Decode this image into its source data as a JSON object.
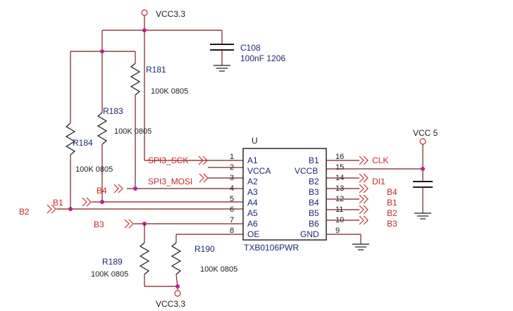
{
  "power": {
    "vcc33_top": "VCC3.3",
    "vcc33_bottom": "VCC3.3",
    "vcc5": "VCC 5"
  },
  "capacitor": {
    "ref": "C108",
    "value": "100nF 1206"
  },
  "resistors": [
    {
      "ref": "R181",
      "value": "100K 0805"
    },
    {
      "ref": "R183",
      "value": "100K 0805"
    },
    {
      "ref": "R184",
      "value": "100K 0805"
    },
    {
      "ref": "R189",
      "value": "100K 0805"
    },
    {
      "ref": "R190",
      "value": "100K 0805"
    }
  ],
  "chip": {
    "ref": "U",
    "part": "TXB0106PWR",
    "left_pins": [
      {
        "num": "1",
        "name": "A1"
      },
      {
        "num": "2",
        "name": "VCCA"
      },
      {
        "num": "3",
        "name": "A2"
      },
      {
        "num": "4",
        "name": "A3"
      },
      {
        "num": "5",
        "name": "A4"
      },
      {
        "num": "6",
        "name": "A5"
      },
      {
        "num": "7",
        "name": "A6"
      },
      {
        "num": "8",
        "name": "OE"
      }
    ],
    "right_pins": [
      {
        "num": "16",
        "name": "B1"
      },
      {
        "num": "15",
        "name": "VCCB"
      },
      {
        "num": "14",
        "name": "B2"
      },
      {
        "num": "13",
        "name": "B3"
      },
      {
        "num": "12",
        "name": "B4"
      },
      {
        "num": "11",
        "name": "B5"
      },
      {
        "num": "10",
        "name": "B6"
      },
      {
        "num": "9",
        "name": "GND"
      }
    ]
  },
  "nets": {
    "spi3_sck": "SPI3_SCK",
    "spi3_mosi": "SPI3_MOSI",
    "b4_left": "B4",
    "b1_left": "B1",
    "b2_left": "B2",
    "b3_left": "B3",
    "clk": "CLK",
    "di1": "DI1",
    "b4_right": "B4",
    "b1_right": "B1",
    "b2_right": "B2",
    "b3_right": "B3"
  }
}
